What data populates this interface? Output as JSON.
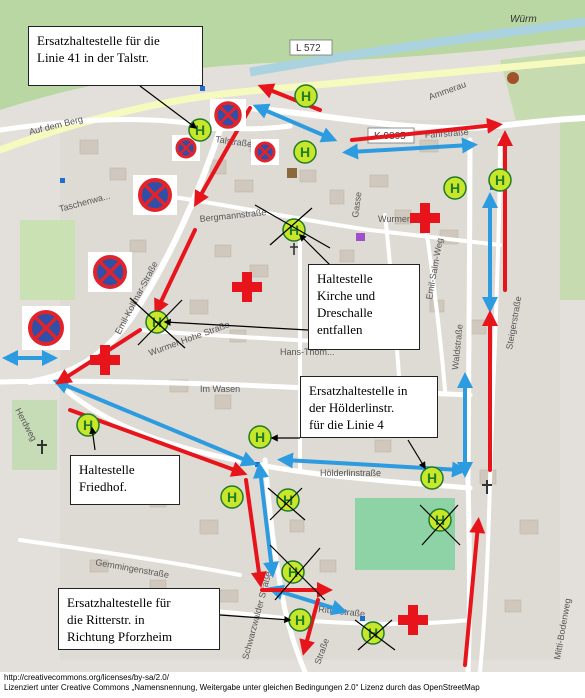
{
  "map": {
    "river_label": "Würm",
    "road_refs": [
      "L 572",
      "K 9805"
    ],
    "street_labels": [
      "Auf dem Berg",
      "Talstraße",
      "Ammerau",
      "Fahrstraße",
      "Bergmannstraße",
      "Taschenwa...",
      "Emil-Kollmar-Straße",
      "Wurmer Hohe Straße",
      "Gasse",
      "Wurmer",
      "Emil-Salm-Weg",
      "Waldstraße",
      "Steigerstraße",
      "Hans-Thom...",
      "Im Wasen",
      "Hölderlinstraße",
      "Herdweg",
      "Gemmingenstraße",
      "Ritterstraße",
      "Mitti-Bodenweg",
      "Schwarzwalder Straße",
      "Straße"
    ],
    "colors": {
      "route_red": "#e8141c",
      "route_blue": "#2d9be0",
      "stop_fill": "#c8e62a",
      "stop_text": "#1f7a2a",
      "hospital_cross": "#e8141c",
      "no_parking_red": "#e2232a",
      "no_parking_blue": "#2f4fa8"
    }
  },
  "callouts": {
    "talstr": {
      "line1": "Ersatzhaltestelle für die",
      "line2": "Linie 41 in der Talstr."
    },
    "kirche": {
      "line1": "Haltestelle",
      "line2": "Kirche und",
      "line3": "Dreschalle",
      "line4": "entfallen"
    },
    "hoelderlin": {
      "line1": "Ersatzhaltestelle in",
      "line2": "der Hölderlinstr.",
      "line3": "für die Linie 4"
    },
    "friedhof": {
      "line1": "Haltestelle",
      "line2": "Friedhof."
    },
    "ritter": {
      "line1": "Ersatzhaltestelle für",
      "line2": "die Ritterstr. in",
      "line3": "Richtung Pforzheim"
    }
  },
  "stop_letter": "H",
  "footer": {
    "line1": "http://creativecommons.org/licenses/by-sa/2.0/",
    "line2": "Lizenziert unter Creative Commons „Namensnennung, Weitergabe unter gleichen Bedingungen 2.0“ Lizenz durch das OpenStreetMap"
  }
}
